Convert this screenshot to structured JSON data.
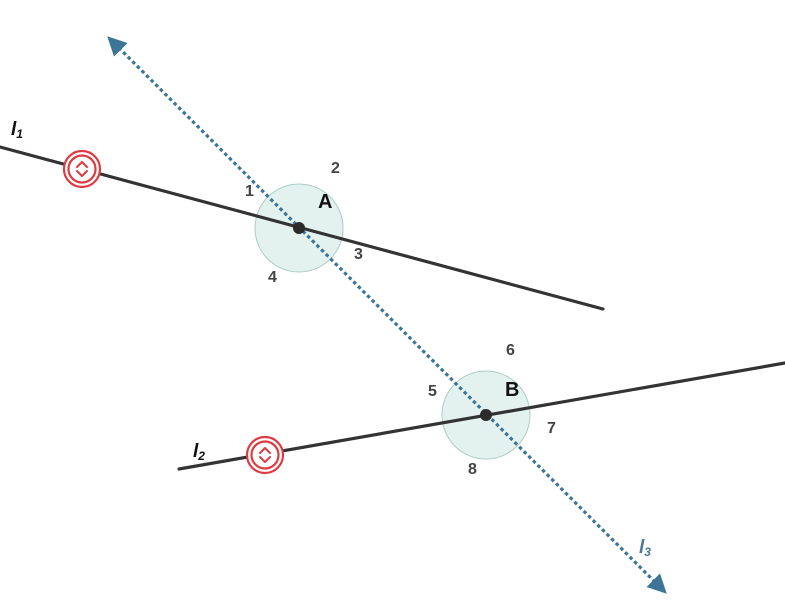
{
  "diagram": {
    "colors": {
      "line": "#333333",
      "transversal": "#3d7596",
      "angle_circle_fill": "#d9ece8",
      "angle_circle_stroke": "#a9cdc6",
      "handle_red": "#dd3b42",
      "point": "#2b2b2b"
    },
    "lines": {
      "l1": {
        "letter": "l",
        "sub": "1"
      },
      "l2": {
        "letter": "l",
        "sub": "2"
      },
      "l3": {
        "letter": "l",
        "sub": "3"
      }
    },
    "points": {
      "a": "A",
      "b": "B"
    },
    "angles": {
      "a1": "1",
      "a2": "2",
      "a3": "3",
      "a4": "4",
      "a5": "5",
      "a6": "6",
      "a7": "7",
      "a8": "8"
    },
    "handles": {
      "l1": "rotate-handle",
      "l2": "rotate-handle"
    }
  }
}
